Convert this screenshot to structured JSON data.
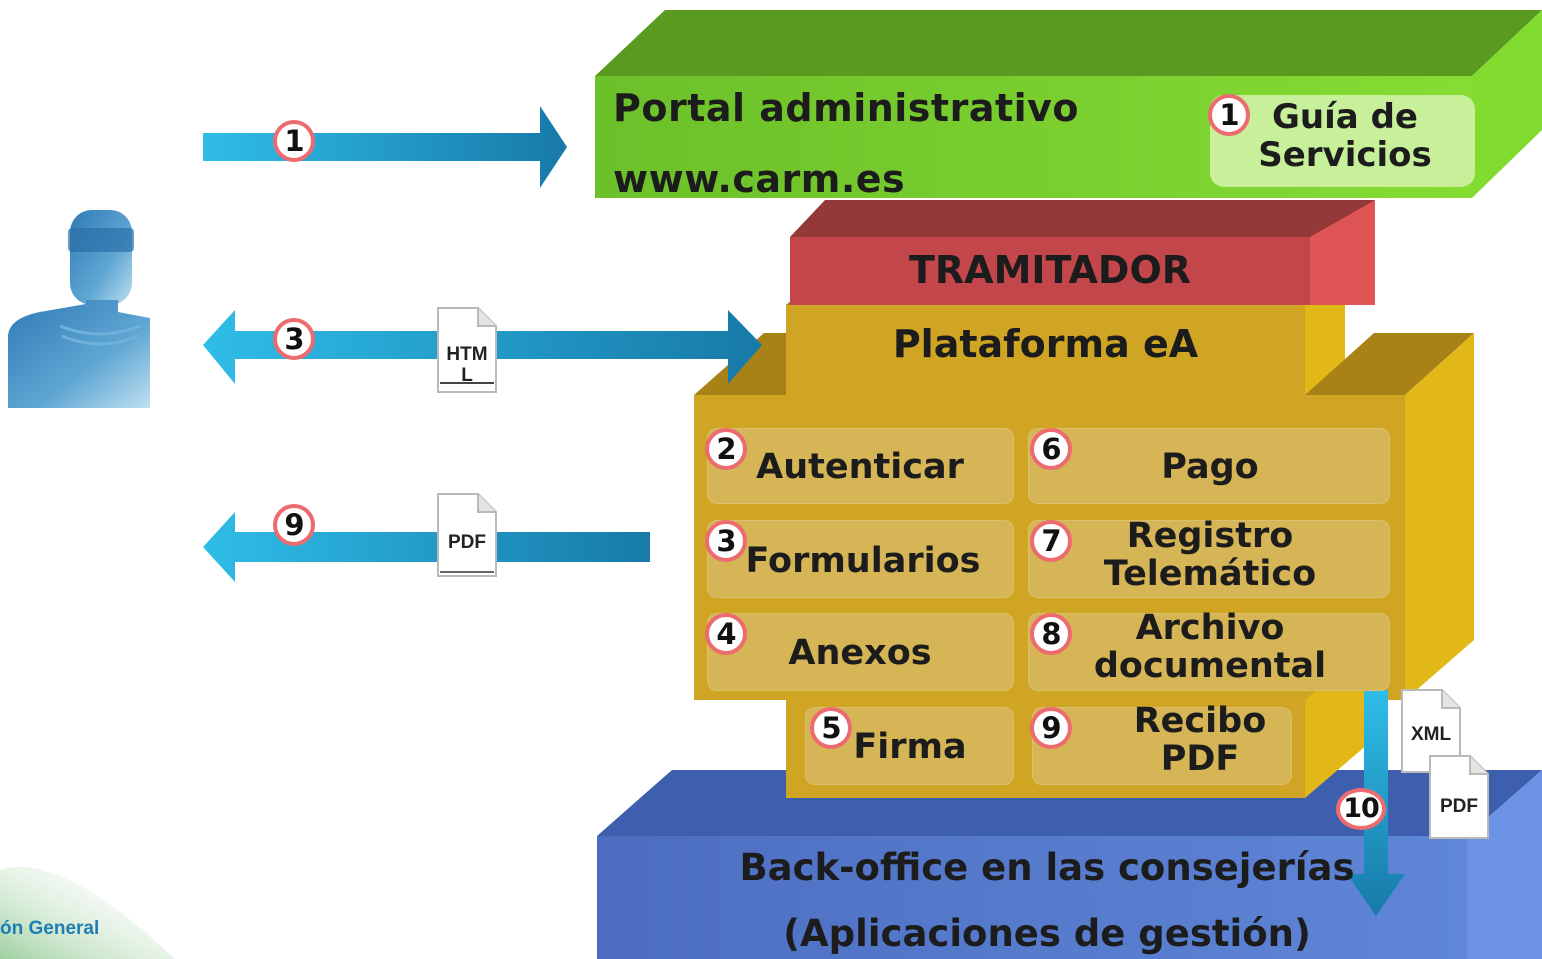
{
  "portal": {
    "line1": "Portal administrativo",
    "line2": "www.carm.es",
    "guia_badge": "1",
    "guia_label": "Guía de Servicios"
  },
  "tramitador": {
    "label": "TRAMITADOR"
  },
  "plataforma": {
    "label": "Plataforma eA",
    "cells": [
      {
        "badge": "2",
        "label": "Autenticar"
      },
      {
        "badge": "6",
        "label": "Pago"
      },
      {
        "badge": "3",
        "label": "Formularios"
      },
      {
        "badge": "7",
        "label": "Registro Telemático"
      },
      {
        "badge": "4",
        "label": "Anexos"
      },
      {
        "badge": "8",
        "label": "Archivo documental"
      },
      {
        "badge": "5",
        "label": "Firma"
      },
      {
        "badge": "9",
        "label": "Recibo PDF"
      }
    ]
  },
  "backoffice": {
    "line1": "Back-office en las consejerías",
    "line2": "(Aplicaciones de gestión)"
  },
  "arrows": {
    "portal_badge": "1",
    "html_badge": "3",
    "pdf_badge": "9",
    "down_badge": "10"
  },
  "documents": {
    "html": "HTM L",
    "pdf_left": "PDF",
    "xml": "XML",
    "pdf_right": "PDF"
  },
  "footer": {
    "text": "ón General"
  },
  "colors": {
    "portal_green": "#6abf2a",
    "tramitador_red": "#c2464a",
    "plataforma_gold": "#d1a623",
    "backoffice_blue": "#5577c6",
    "arrow_blue": "#2aa6d8",
    "badge_border": "#ec6b6f"
  }
}
